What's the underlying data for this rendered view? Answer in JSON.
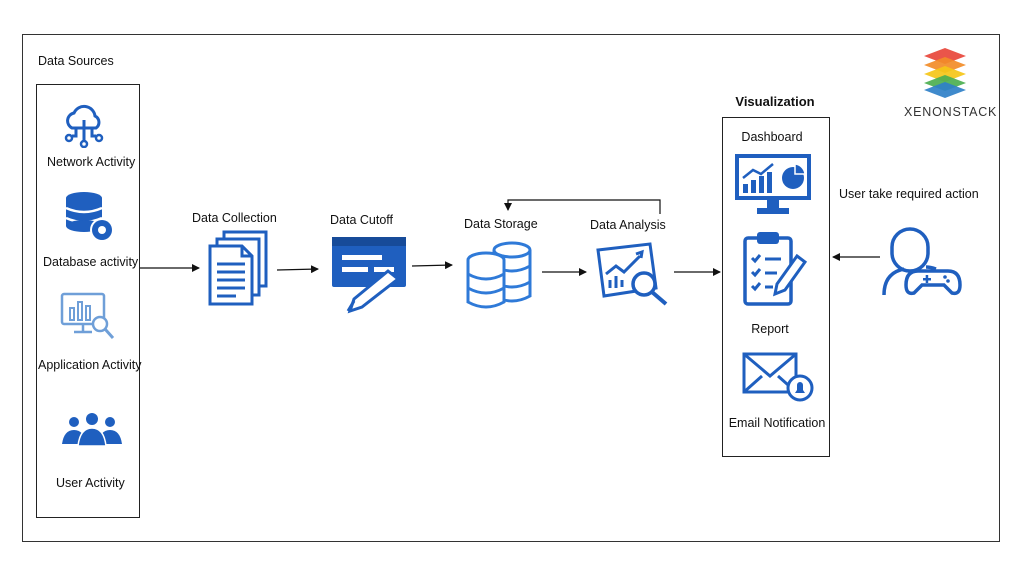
{
  "sources": {
    "title": "Data Sources",
    "items": [
      {
        "label": "Network Activity",
        "icon": "cloud-network-icon"
      },
      {
        "label": "Database activity",
        "icon": "database-gear-icon"
      },
      {
        "label": "Application Activity",
        "icon": "monitor-chart-search-icon"
      },
      {
        "label": "User Activity",
        "icon": "user-group-icon"
      }
    ]
  },
  "pipeline": {
    "collection": "Data Collection",
    "cutoff": "Data Cutoff",
    "storage": "Data Storage",
    "analysis": "Data Analysis"
  },
  "visualization": {
    "title": "Visualization",
    "dashboard": "Dashboard",
    "report": "Report",
    "email": "Email Notification"
  },
  "user_action": "User take required action",
  "brand": {
    "name": "XENONSTACK",
    "layer_colors": [
      "#e8473b",
      "#f28c28",
      "#f5c518",
      "#4caf50",
      "#2f80c8"
    ]
  },
  "colors": {
    "icon_blue": "#1f5fbf",
    "icon_light": "#6f9fd8"
  }
}
